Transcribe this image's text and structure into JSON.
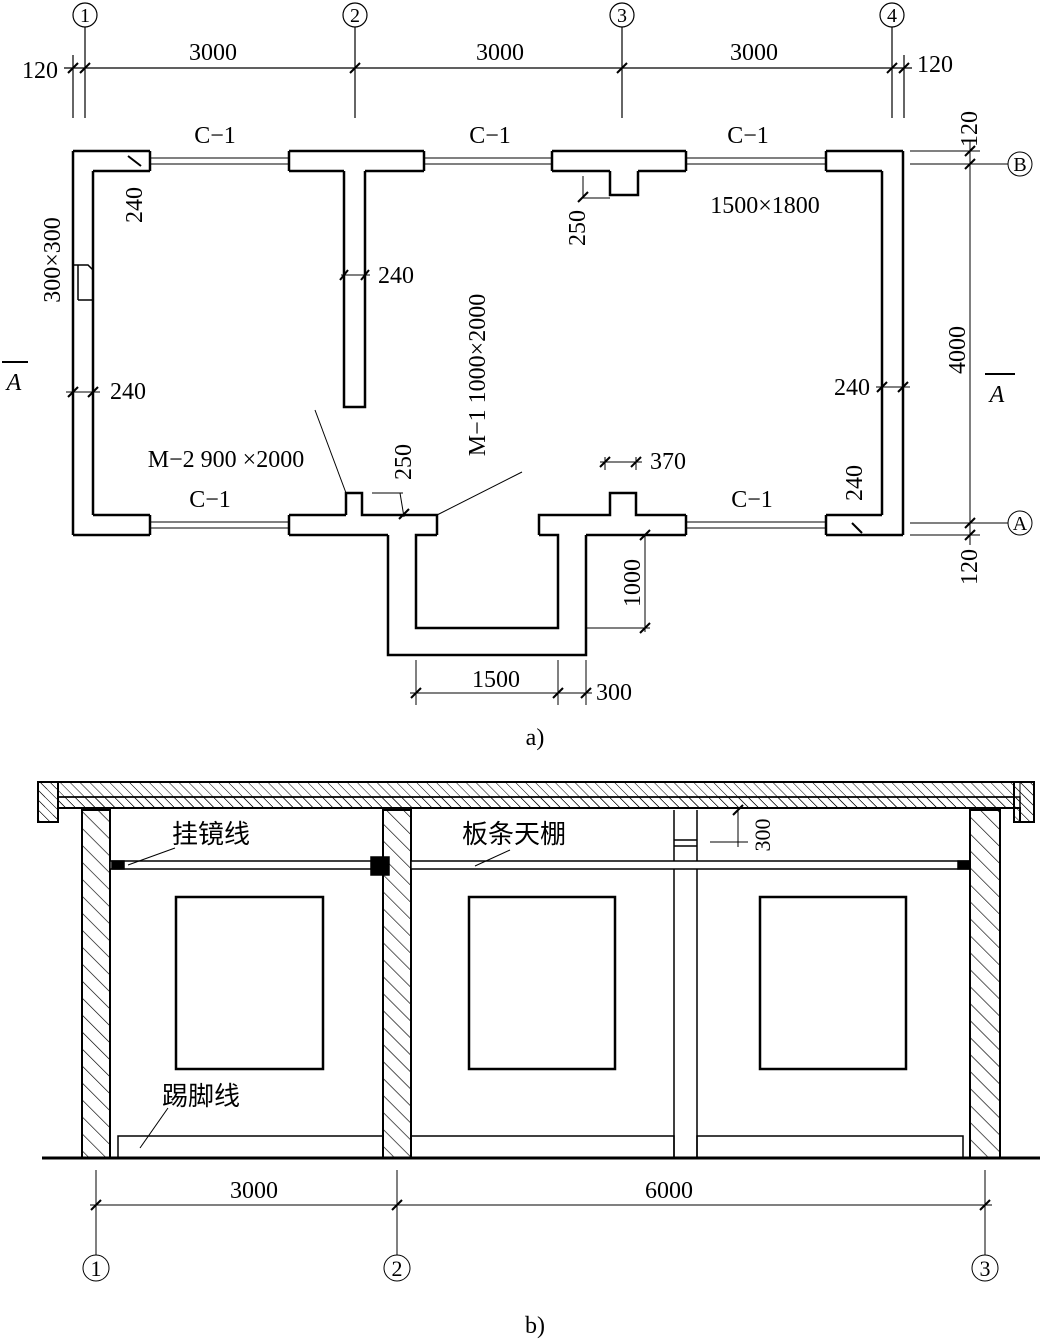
{
  "plan": {
    "axes": {
      "a1": "1",
      "a2": "2",
      "a3": "3",
      "a4": "4",
      "aB": "B",
      "aA": "A"
    },
    "dims": {
      "top_left_120": "120",
      "top_3000_1": "3000",
      "top_3000_2": "3000",
      "top_3000_3": "3000",
      "top_right_120": "120",
      "right_120_top": "120",
      "right_4000": "4000",
      "right_120_bottom": "120",
      "wall_240_left_top": "240",
      "wall_240_mid": "240",
      "wall_240_left": "240",
      "wall_240_right": "240",
      "wall_240_right_bottom": "240",
      "pilaster_250_top": "250",
      "pilaster_250_bottom": "250",
      "pilaster_370": "370",
      "porch_1000": "1000",
      "porch_1500": "1500",
      "porch_300": "300"
    },
    "labels": {
      "window_c1_tl": "C−1",
      "window_c1_tm": "C−1",
      "window_c1_tr": "C−1",
      "window_c1_bl": "C−1",
      "window_c1_br": "C−1",
      "window_size": "1500×1800",
      "door_m1": "M−1  1000×2000",
      "door_m2": "M−2  900 ×2000",
      "vent": "300×300",
      "section_left": "A",
      "section_right": "A"
    },
    "caption": "a)"
  },
  "section": {
    "labels": {
      "picture_rail": "挂镜线",
      "ceiling": "板条天棚",
      "skirting": "踢脚线",
      "dim_300": "300"
    },
    "dims": {
      "span_3000": "3000",
      "span_6000": "6000"
    },
    "axes": {
      "a1": "1",
      "a2": "2",
      "a3": "3"
    },
    "caption": "b)"
  }
}
